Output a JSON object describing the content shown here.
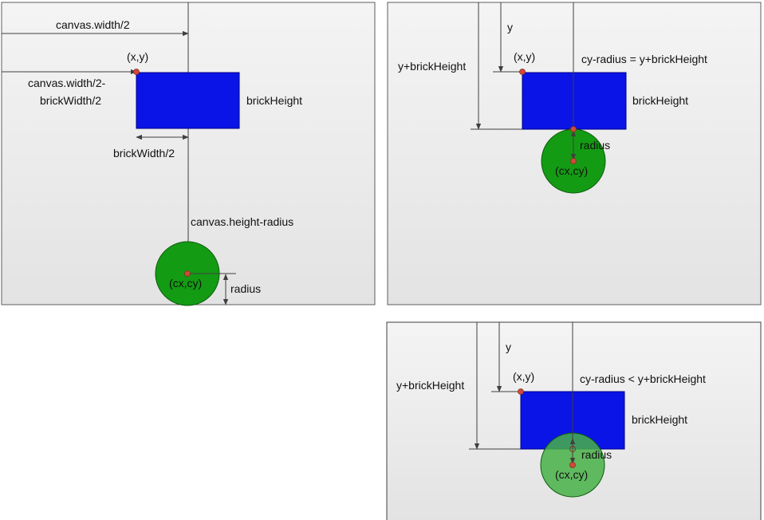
{
  "colors": {
    "brick": "#0a14e6",
    "ball": "#149b14",
    "ball_overlap": "#46b046",
    "point": "#d04a3a",
    "line": "#3f3f3f",
    "panel_top": "#f4f4f4",
    "panel_bottom": "#e3e3e3",
    "panel_border": "#5c5c5c"
  },
  "panel1": {
    "canvas_width_half": "canvas.width/2",
    "xy": "(x,y)",
    "brick_x_line1": "canvas.width/2-",
    "brick_x_line2": "brickWidth/2",
    "brick_height": "brickHeight",
    "brick_width_half": "brickWidth/2",
    "canvas_height_radius": "canvas.height-radius",
    "cxcy": "(cx,cy)",
    "radius": "radius"
  },
  "panel2": {
    "y": "y",
    "y_plus_brick_height": "y+brickHeight",
    "xy": "(x,y)",
    "condition": "cy-radius = y+brickHeight",
    "brick_height": "brickHeight",
    "radius": "radius",
    "cxcy": "(cx,cy)"
  },
  "panel3": {
    "y": "y",
    "y_plus_brick_height": "y+brickHeight",
    "xy": "(x,y)",
    "condition": "cy-radius < y+brickHeight",
    "brick_height": "brickHeight",
    "radius": "radius",
    "cxcy": "(cx,cy)"
  }
}
